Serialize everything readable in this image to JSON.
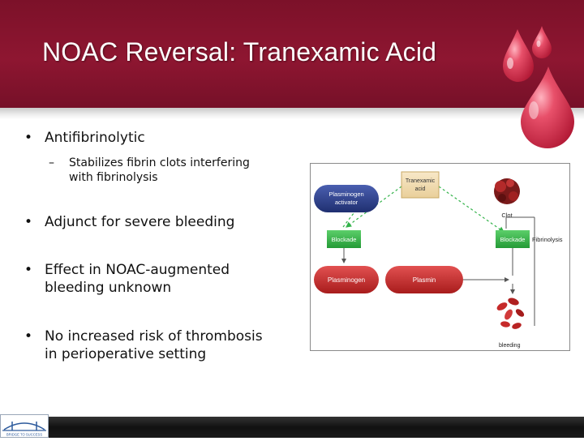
{
  "slide": {
    "title": "NOAC Reversal: Tranexamic Acid",
    "bullets": [
      {
        "text_lines": [
          "Antifibrinolytic"
        ],
        "sub": {
          "text_lines": [
            "Stabilizes fibrin clots interfering",
            "with fibrinolysis"
          ]
        }
      },
      {
        "text_lines": [
          "Adjunct for severe bleeding"
        ]
      },
      {
        "text_lines": [
          "Effect in NOAC-augmented",
          "bleeding unknown"
        ]
      },
      {
        "text_lines": [
          "No increased risk of thrombosis",
          "in perioperative setting"
        ]
      }
    ],
    "bullet_symbol": "•",
    "sub_bullet_symbol": "–"
  },
  "diagram": {
    "tranexamic_lines": [
      "Tranexamic",
      "acid"
    ],
    "activator_lines": [
      "Plasminogen",
      "activator"
    ],
    "clot_label": "Clot",
    "blockade_label": "Blockade",
    "plasminogen_label": "Plasminogen",
    "plasmin_label": "Plasmin",
    "fibrinolysis_label": "Fibrinolysis",
    "bleeding_label": "bleeding"
  },
  "footer": {
    "logo_text": "BRIDGE TO SUCCESS"
  },
  "colors": {
    "header": "#8e1631",
    "blockade_green": "#33b34a",
    "activator_blue": "#2b3e86",
    "plasmin_red": "#c62a2a"
  }
}
